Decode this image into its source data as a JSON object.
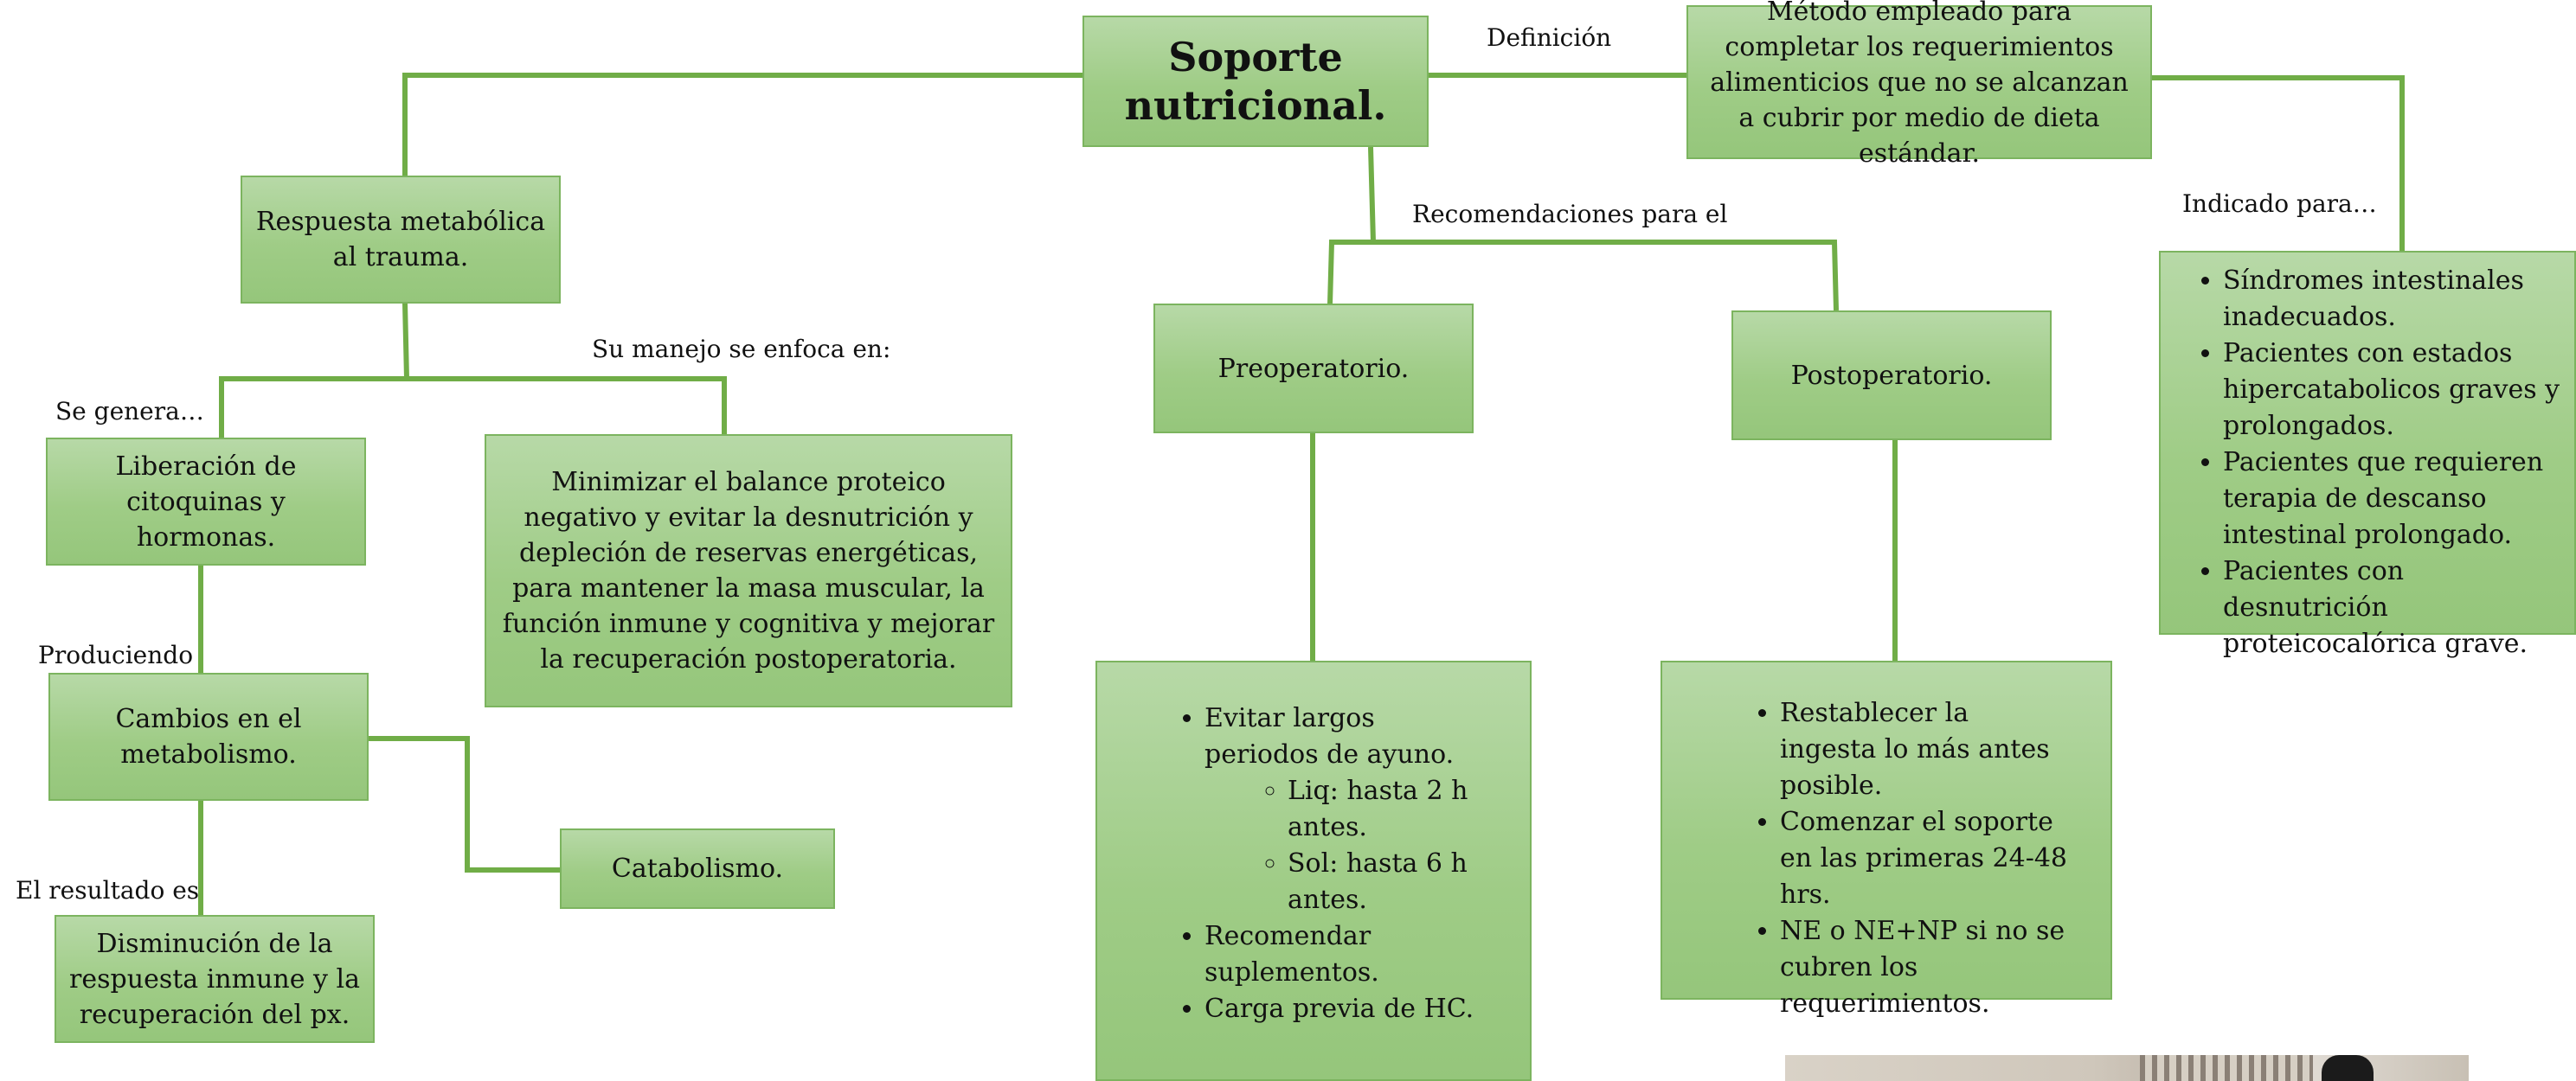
{
  "title": "Soporte nutricional.",
  "labels": {
    "definicion": "Definición",
    "recomendaciones": "Recomendaciones para el",
    "indicado": "Indicado para…",
    "se_genera": "Se genera…",
    "su_manejo": "Su manejo se enfoca en:",
    "produciendo": "Produciendo",
    "resultado": "El resultado es"
  },
  "nodes": {
    "definicion_text": "Método empleado para completar los requerimientos alimenticios que no se alcanzan a cubrir por medio de dieta estándar.",
    "respuesta": "Respuesta metabólica al trauma.",
    "liberacion": "Liberación de citoquinas y hormonas.",
    "minimizar": "Minimizar el balance proteico negativo y evitar la desnutrición y depleción de reservas energéticas, para mantener la masa muscular, la función inmune y cognitiva y mejorar la recuperación postoperatoria.",
    "cambios": "Cambios en el metabolismo.",
    "catabolismo": "Catabolismo.",
    "disminucion": "Disminución de la respuesta inmune y la recuperación del px.",
    "preoperatorio": "Preoperatorio.",
    "postoperatorio": "Postoperatorio."
  },
  "indicado_list": [
    "Síndromes intestinales inadecuados.",
    "Pacientes con estados hipercatabolicos graves y prolongados.",
    "Pacientes que requieren terapia de descanso intestinal prolongado.",
    "Pacientes con desnutrición proteicocalórica grave."
  ],
  "pre_list": {
    "item1": "Evitar largos periodos de ayuno.",
    "sub1": "Liq: hasta 2 h antes.",
    "sub2": "Sol: hasta 6 h antes.",
    "item2": "Recomendar suplementos.",
    "item3": "Carga previa de HC."
  },
  "post_list": [
    "Restablecer la ingesta lo más antes posible.",
    "Comenzar el soporte en las primeras 24-48 hrs.",
    "NE o NE+NP si no se cubren los requerimientos."
  ],
  "colors": {
    "line": "#70ad47",
    "box_top": "#b7d9a7",
    "box_bottom": "#95c67b",
    "border": "#7cb45f"
  }
}
